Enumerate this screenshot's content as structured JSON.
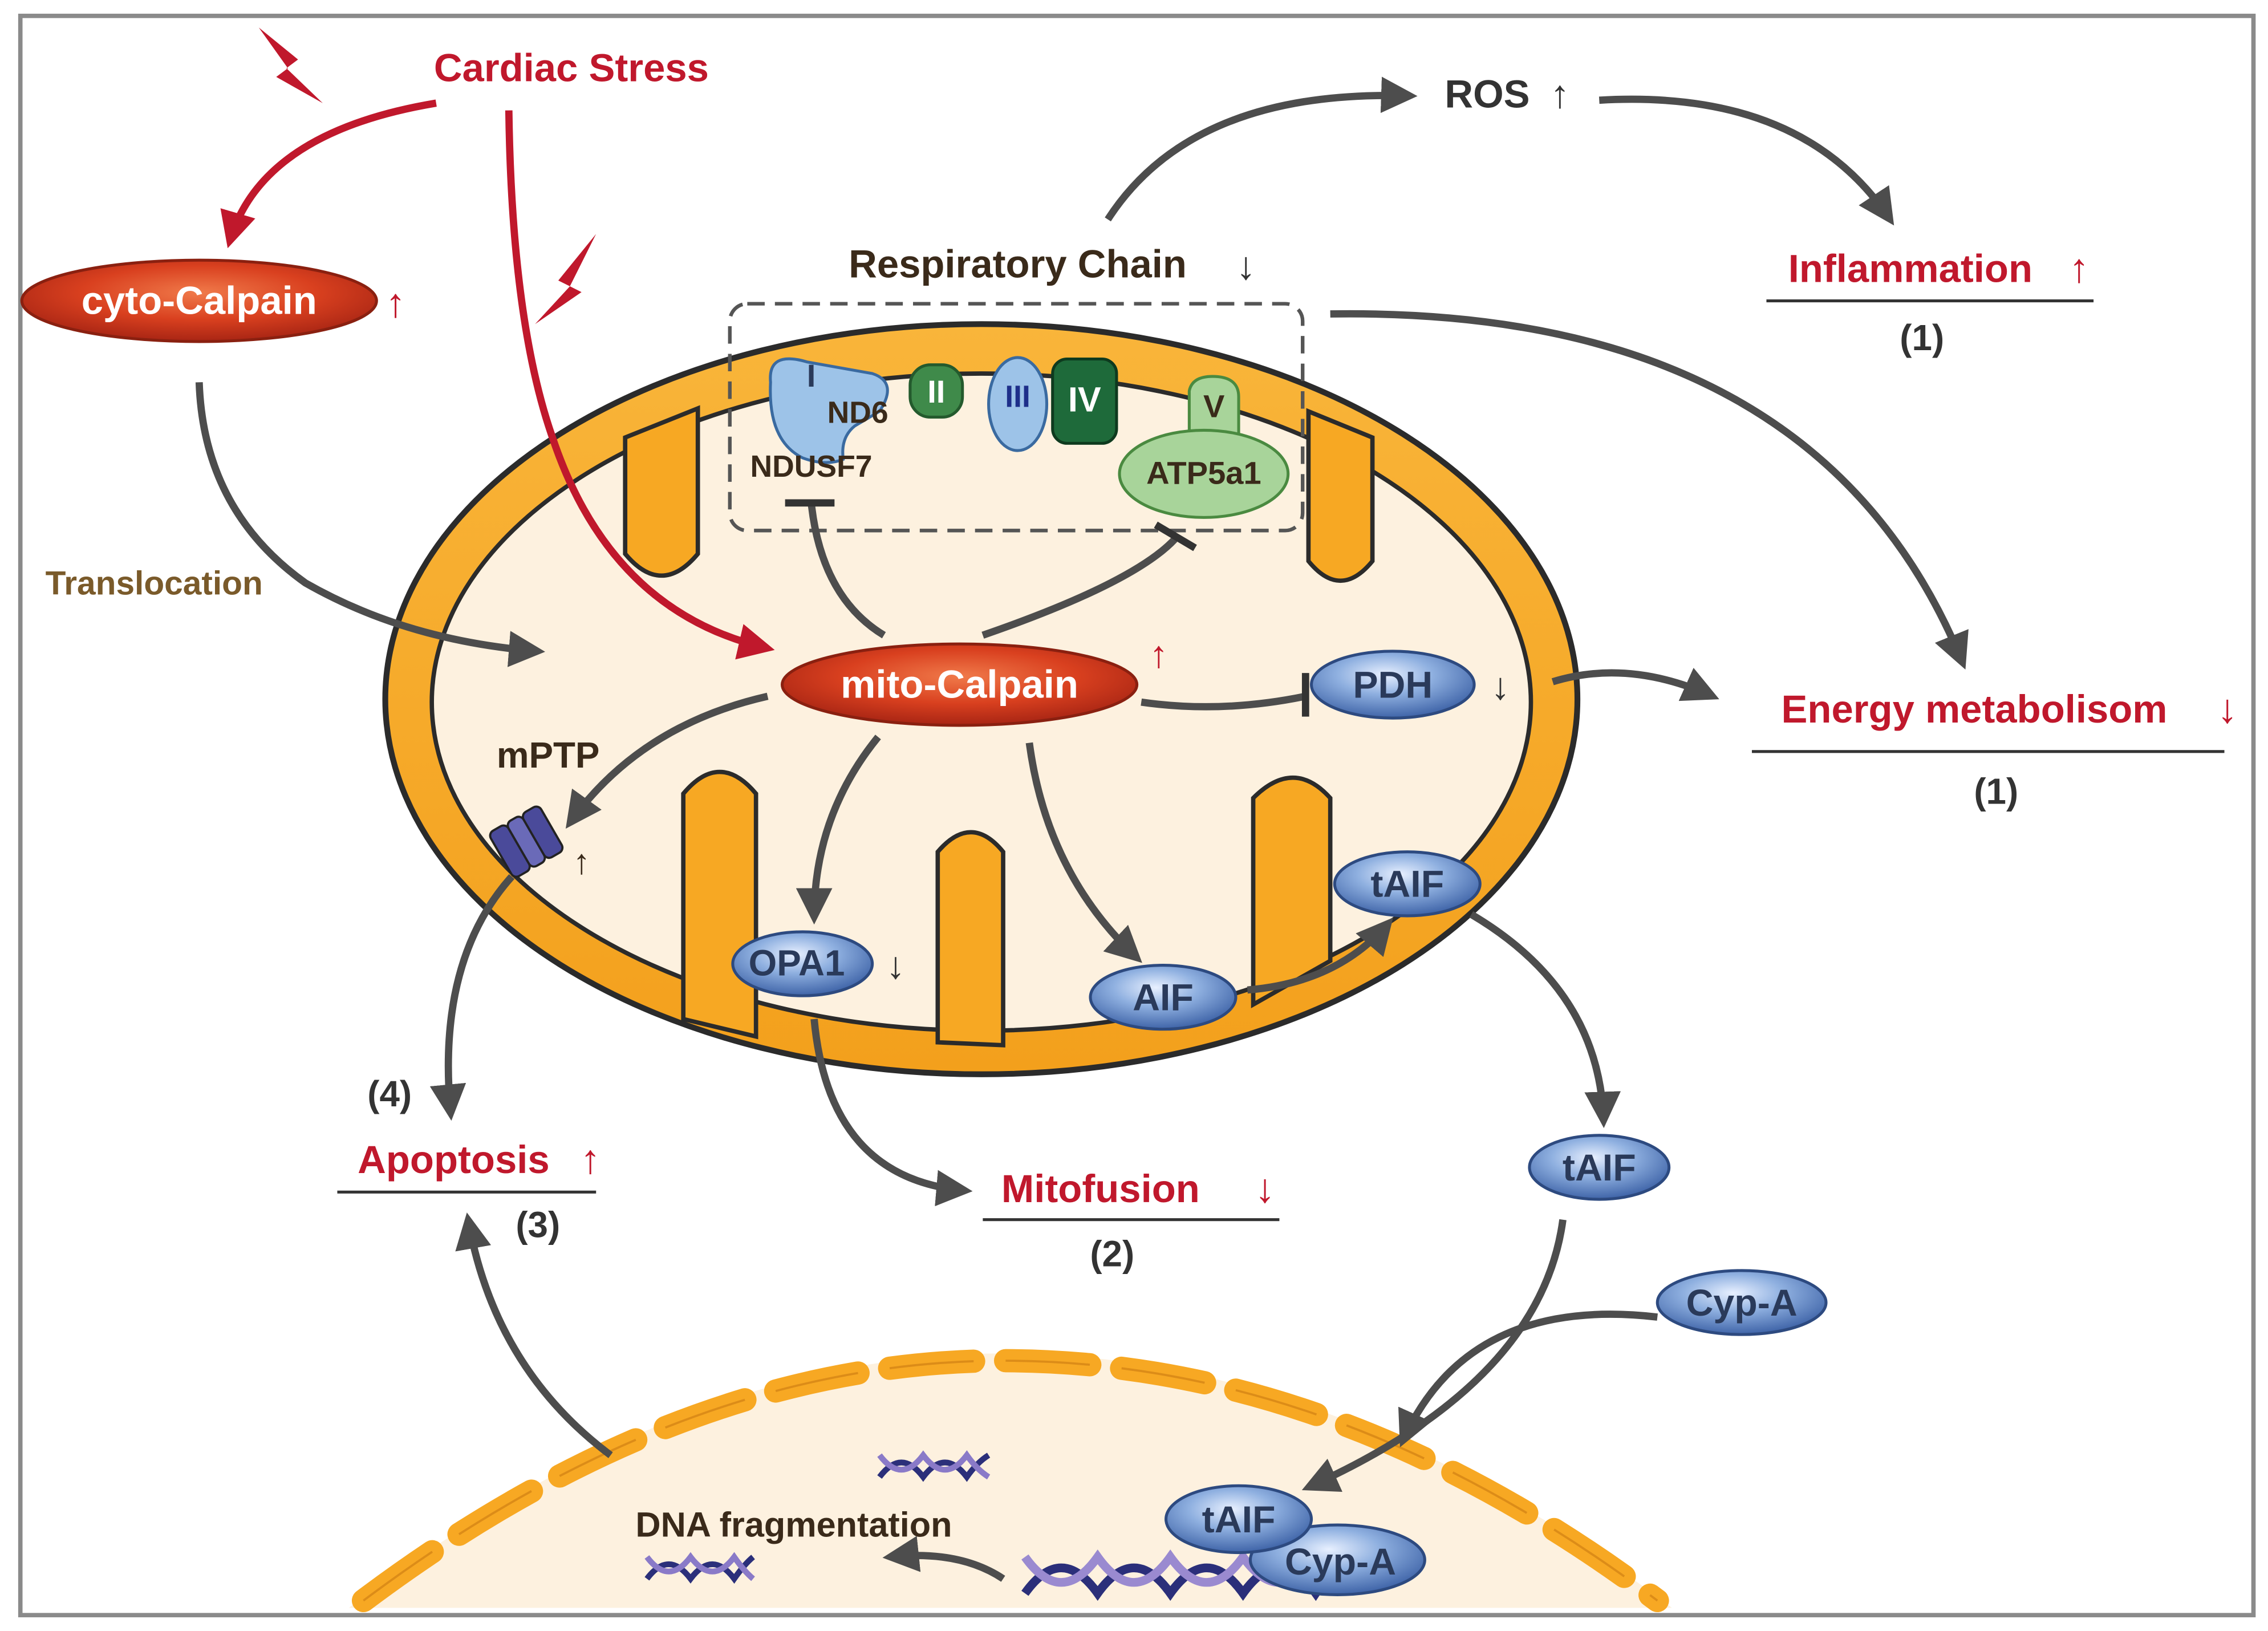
{
  "nodes": {
    "cardiac_stress": "Cardiac Stress",
    "cyto_calpain": "cyto-Calpain",
    "translocation": "Translocation",
    "respiratory_chain": "Respiratory Chain",
    "ros": "ROS",
    "inflammation": "Inflammation",
    "inflammation_ref": "(1)",
    "complex_I": "I",
    "nd6": "ND6",
    "ndusf7": "NDUSF7",
    "complex_II": "II",
    "complex_III": "III",
    "complex_IV": "IV",
    "complex_V": "V",
    "atp5a1": "ATP5a1",
    "mito_calpain": "mito-Calpain",
    "pdh": "PDH",
    "energy_metabolism": "Energy metabolisom",
    "energy_ref": "(1)",
    "mptp": "mPTP",
    "opa1": "OPA1",
    "aif": "AIF",
    "taif_inner": "tAIF",
    "taif_outer": "tAIF",
    "cyp_a": "Cyp-A",
    "apoptosis_ref4": "(4)",
    "apoptosis": "Apoptosis",
    "apoptosis_ref3": "(3)",
    "mitofusion": "Mitofusion",
    "mitofusion_ref": "(2)",
    "dna_fragmentation": "DNA fragmentation",
    "taif_nucleus": "tAIF",
    "cyp_a_nucleus": "Cyp-A"
  },
  "arrows": {
    "up": "↑",
    "down": "↓"
  },
  "colors": {
    "stress_red": "#c0182c",
    "mito_orange": "#f7a823",
    "mito_matrix": "#fdf1df",
    "protein_blue": "#6f93cc",
    "complex_green": "#3f8a4a",
    "complex_dark_green": "#1e6a3a",
    "atp_green": "#a8d49a",
    "dna_navy": "#2b2f7a"
  }
}
